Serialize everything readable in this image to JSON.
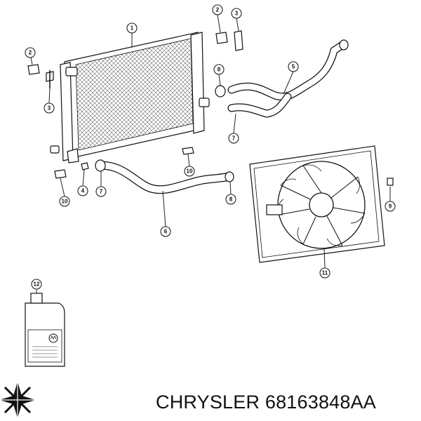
{
  "caption": {
    "brand": "CHRYSLER",
    "part_number": "68163848AA"
  },
  "callouts": [
    "1",
    "2",
    "3",
    "2",
    "3",
    "8",
    "5",
    "7",
    "10",
    "4",
    "7",
    "10",
    "6",
    "8",
    "9",
    "11",
    "12"
  ]
}
